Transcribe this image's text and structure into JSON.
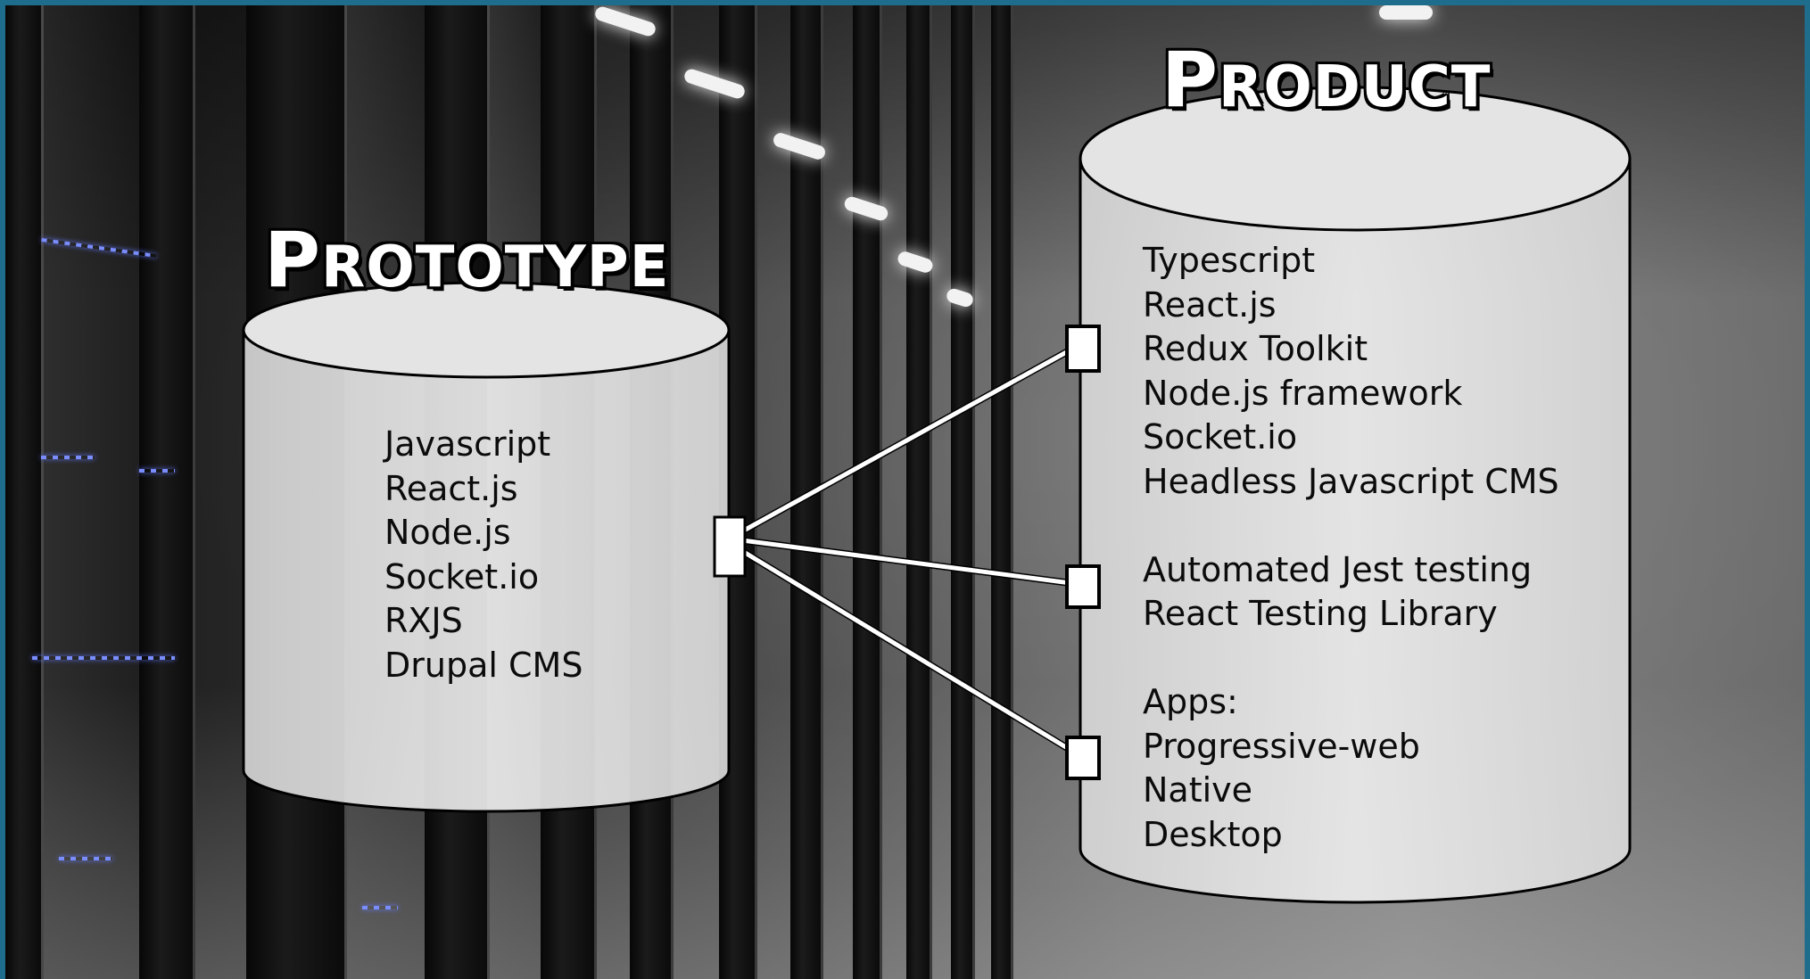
{
  "prototype": {
    "title_first": "P",
    "title_rest": "ROTOTYPE",
    "items": [
      "Javascript",
      "React.js",
      "Node.js",
      "Socket.io",
      "RXJS",
      "Drupal CMS"
    ]
  },
  "product": {
    "title_first": "P",
    "title_rest": "RODUCT",
    "stack_items": [
      "Typescript",
      "React.js",
      "Redux Toolkit",
      "Node.js framework",
      "Socket.io",
      "Headless Javascript CMS"
    ],
    "testing_items": [
      "Automated Jest testing",
      "React Testing Library"
    ],
    "apps_items": [
      "Apps:",
      "Progressive-web",
      "Native",
      "Desktop"
    ]
  },
  "colors": {
    "frame_border": "#1f6d8c",
    "cylinder_fill": "#e0e0e0",
    "connector": "#ffffff",
    "text": "#0b0b0b"
  }
}
